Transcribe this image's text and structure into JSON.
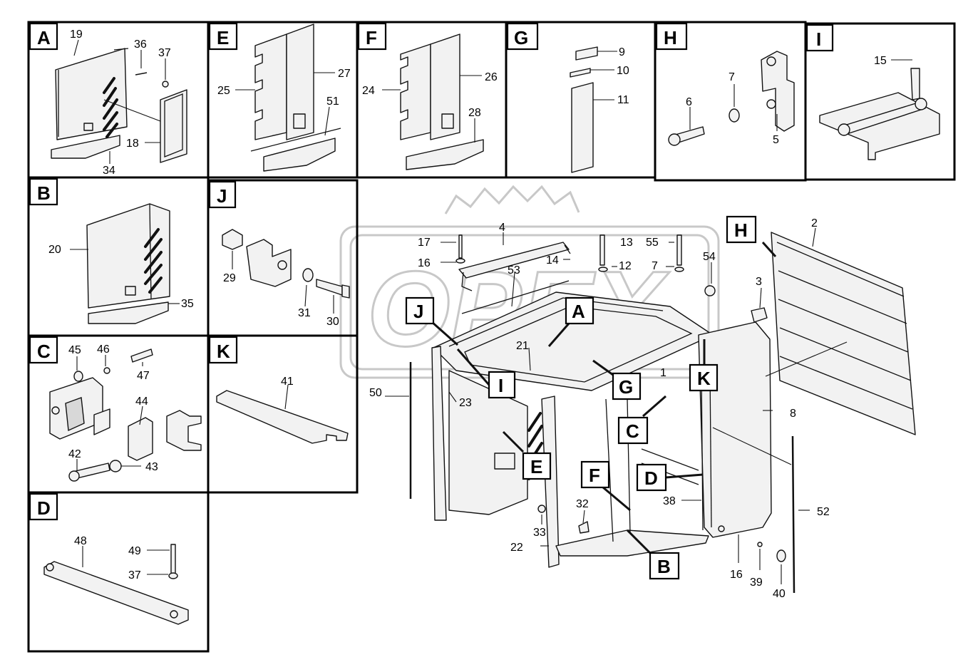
{
  "watermark": {
    "text": "OPEX"
  },
  "panels": [
    {
      "id": "A",
      "label": "A"
    },
    {
      "id": "E",
      "label": "E"
    },
    {
      "id": "F",
      "label": "F"
    },
    {
      "id": "G",
      "label": "G"
    },
    {
      "id": "H",
      "label": "H"
    },
    {
      "id": "I",
      "label": "I"
    },
    {
      "id": "B",
      "label": "B"
    },
    {
      "id": "J",
      "label": "J"
    },
    {
      "id": "C",
      "label": "C"
    },
    {
      "id": "K",
      "label": "K"
    },
    {
      "id": "D",
      "label": "D"
    }
  ],
  "main_tags": {
    "H": "H",
    "J": "J",
    "A": "A",
    "I": "I",
    "G": "G",
    "K": "K",
    "C": "C",
    "E": "E",
    "F": "F",
    "D": "D",
    "B": "B"
  },
  "parts": {
    "A": [
      "19",
      "36",
      "37",
      "18",
      "34"
    ],
    "E": [
      "25",
      "27",
      "51"
    ],
    "F": [
      "24",
      "26",
      "28"
    ],
    "G": [
      "9",
      "10",
      "11"
    ],
    "H": [
      "7",
      "6",
      "5"
    ],
    "I": [
      "15"
    ],
    "B": [
      "20",
      "35"
    ],
    "J": [
      "29",
      "31",
      "30"
    ],
    "C": [
      "45",
      "46",
      "47",
      "44",
      "42",
      "43"
    ],
    "K": [
      "41"
    ],
    "D": [
      "48",
      "49",
      "37"
    ],
    "main": [
      "4",
      "17",
      "13",
      "55",
      "16",
      "14",
      "12",
      "7",
      "54",
      "2",
      "3",
      "53",
      "21",
      "1",
      "50",
      "23",
      "8",
      "52",
      "38",
      "32",
      "33",
      "22",
      "16",
      "39",
      "40"
    ]
  }
}
